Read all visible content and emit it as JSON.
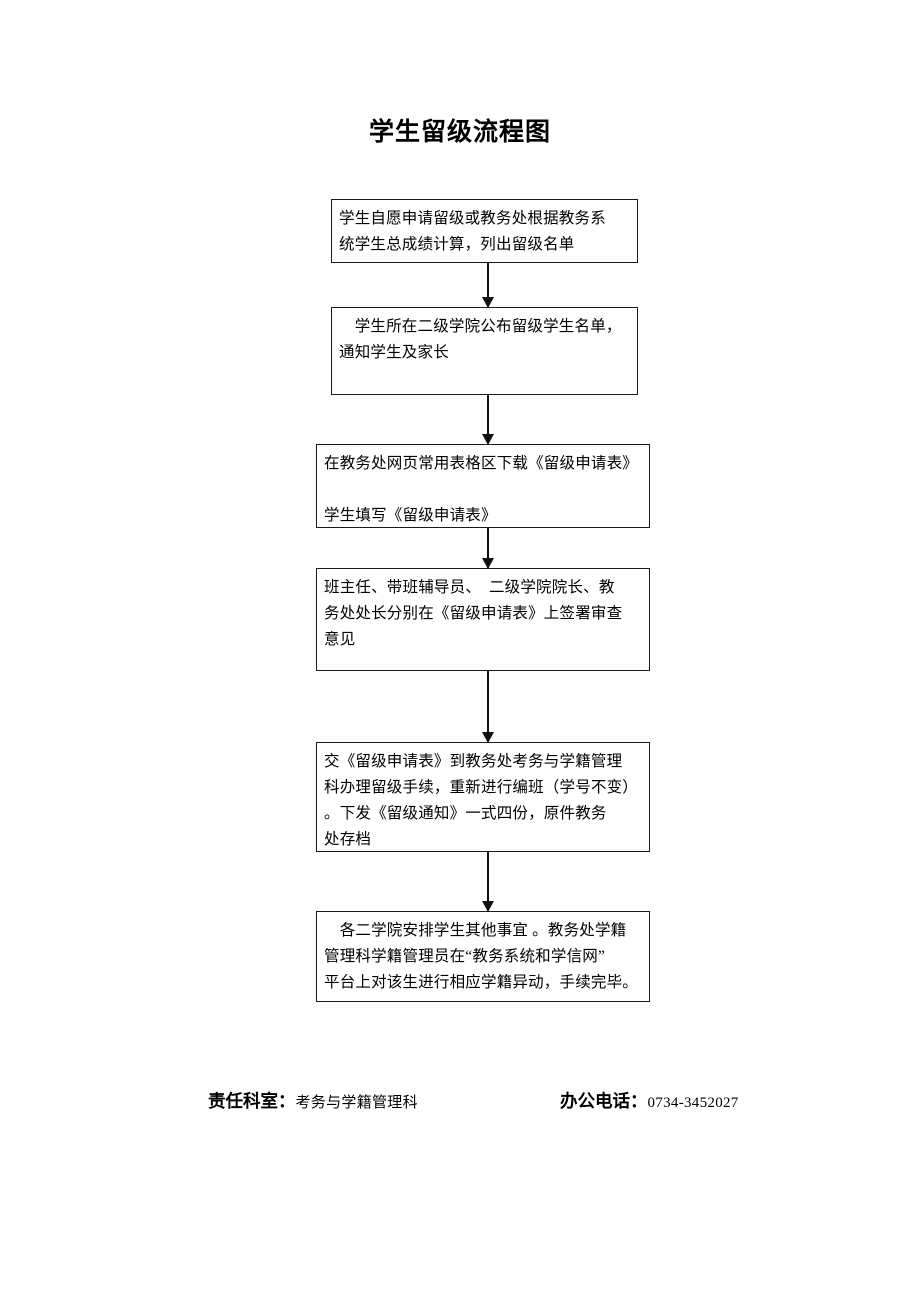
{
  "document": {
    "title": "学生留级流程图"
  },
  "flowchart": {
    "type": "flowchart",
    "orientation": "vertical",
    "arrow_style": "solid-down-arrow",
    "nodes": [
      {
        "id": "node-1",
        "name": "apply-or-list",
        "lines": [
          "学生自愿申请留级或教务处根据教务系",
          "统学生总成绩计算，列出留级名单"
        ]
      },
      {
        "id": "node-2",
        "name": "college-publish-list",
        "lines": [
          "　学生所在二级学院公布留级学生名单，",
          "通知学生及家长"
        ]
      },
      {
        "id": "node-3",
        "name": "download-and-fill-form",
        "lines": [
          "在教务处网页常用表格区下载《留级申请表》",
          "",
          "学生填写《留级申请表》"
        ]
      },
      {
        "id": "node-4",
        "name": "signatures-review",
        "lines": [
          "班主任、带班辅导员、　二级学院院长、教",
          "务处处长分别在《留级申请表》上签署审查",
          "意见"
        ]
      },
      {
        "id": "node-5",
        "name": "submit-form-reassign-class",
        "lines": [
          "交《留级申请表》到教务处考务与学籍管理",
          "科办理留级手续，重新进行编班（学号不变）",
          "。下发《留级通知》一式四份，原件教务",
          "处存档"
        ]
      },
      {
        "id": "node-6",
        "name": "status-change-completion",
        "lines": [
          "　各二学院安排学生其他事宜 。教务处学籍",
          "管理科学籍管理员在“教务系统和学信网”",
          "平台上对该生进行相应学籍异动，手续完毕。"
        ]
      }
    ],
    "connectors": [
      {
        "name": "arrow-1-to-2",
        "from": "node-1",
        "to": "node-2"
      },
      {
        "name": "arrow-2-to-3",
        "from": "node-2",
        "to": "node-3"
      },
      {
        "name": "arrow-3-to-4",
        "from": "node-3",
        "to": "node-4"
      },
      {
        "name": "arrow-4-to-5",
        "from": "node-4",
        "to": "node-5"
      },
      {
        "name": "arrow-5-to-6",
        "from": "node-5",
        "to": "node-6"
      }
    ]
  },
  "footer": {
    "department_label": "责任科室：",
    "department_value": "考务与学籍管理科",
    "phone_label": "办公电话：",
    "phone_value": "0734-3452027"
  },
  "colors": {
    "ink": "#000000",
    "box_border": "#1a1a1a",
    "page_background": "#ffffff"
  }
}
